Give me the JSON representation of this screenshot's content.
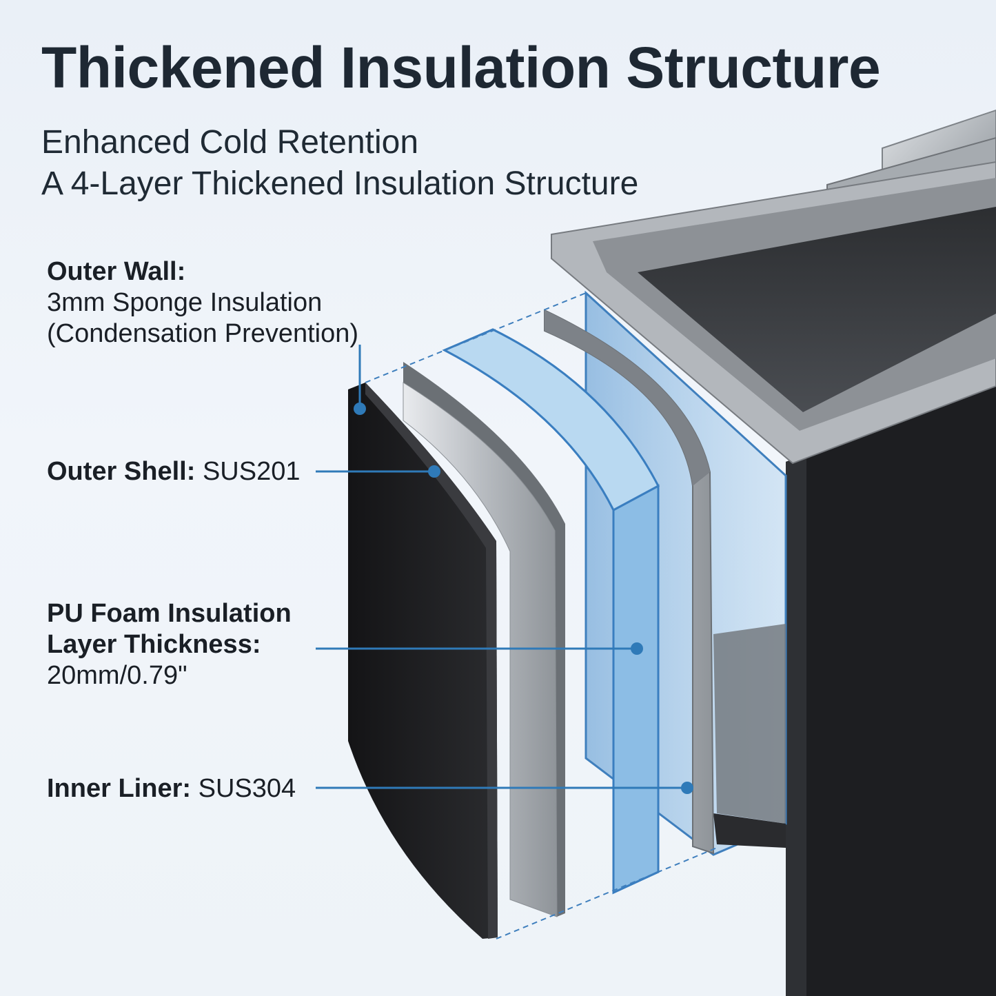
{
  "title": "Thickened Insulation Structure",
  "subtitle_1": "Enhanced Cold Retention",
  "subtitle_2": "A 4-Layer Thickened Insulation Structure",
  "labels": {
    "outer_wall": {
      "heading": "Outer Wall:",
      "line_1": "3mm Sponge Insulation",
      "line_2": "(Condensation Prevention)"
    },
    "outer_shell": {
      "heading": "Outer Shell:",
      "value": "SUS201"
    },
    "pu_foam": {
      "heading_1": "PU Foam Insulation",
      "heading_2": "Layer Thickness:",
      "value": "20mm/0.79\""
    },
    "inner_liner": {
      "heading": "Inner Liner:",
      "value": "SUS304"
    }
  },
  "colors": {
    "title": "#1e2833",
    "callout_line": "#2f7ab8",
    "foam_blue": "#a9cdea",
    "steel": "#c2c6cb",
    "sponge_black": "#1b1c1e"
  }
}
